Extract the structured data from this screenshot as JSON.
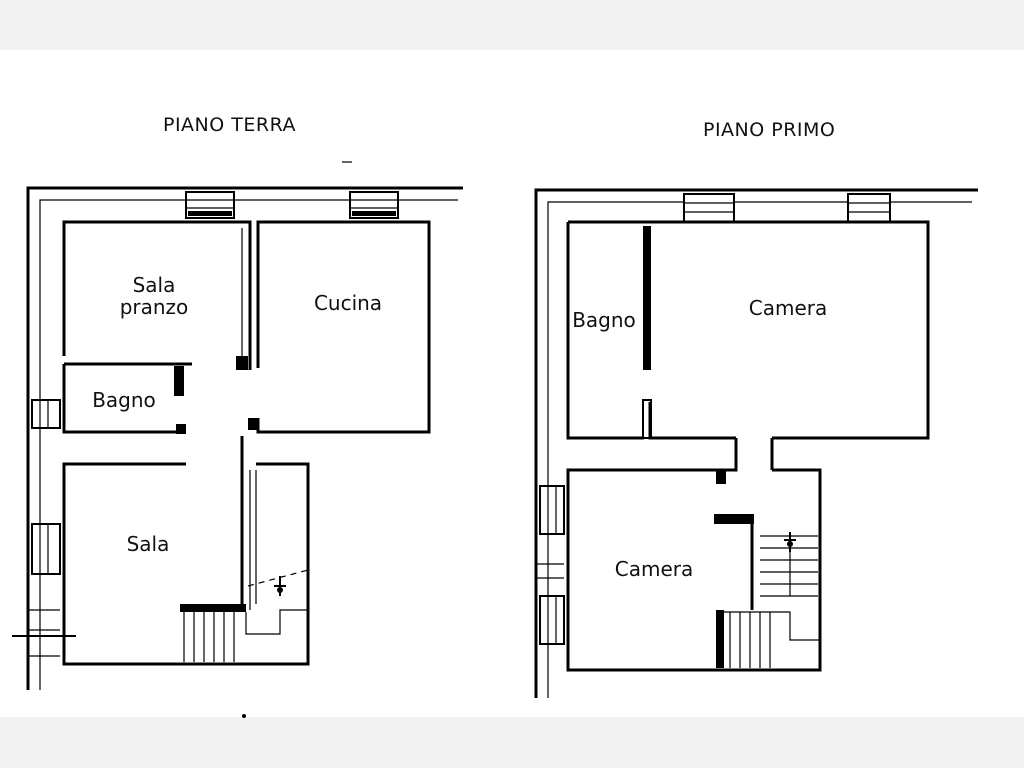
{
  "floors": [
    {
      "title": "PIANO TERRA",
      "rooms": [
        "Sala pranzo",
        "Cucina",
        "Bagno",
        "Sala"
      ],
      "room_lines": {
        "sala_pranzo": [
          "Sala",
          "pranzo"
        ]
      }
    },
    {
      "title": "PIANO PRIMO",
      "rooms": [
        "Bagno",
        "Camera",
        "Camera"
      ]
    }
  ]
}
